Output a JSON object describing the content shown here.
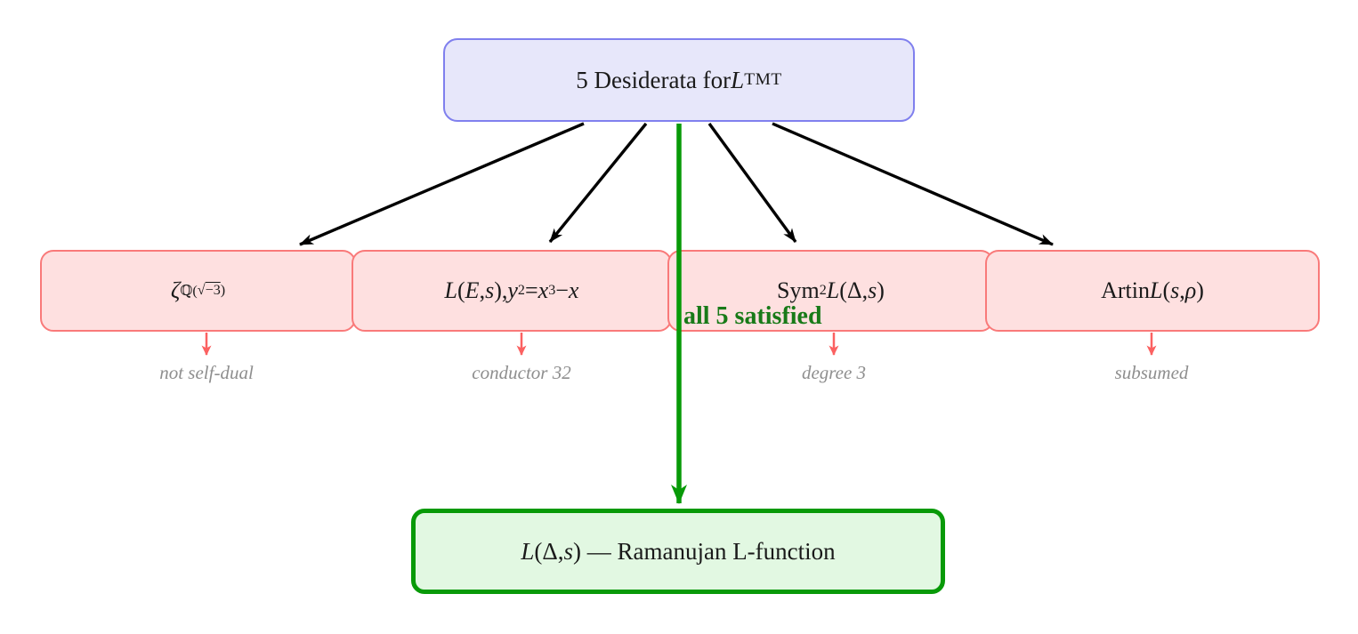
{
  "top_box": {
    "segments": [
      {
        "t": "5 Desiderata for ",
        "s": ""
      },
      {
        "t": "L",
        "s": "i"
      },
      {
        "t": "TMT",
        "s": "sub sc"
      }
    ]
  },
  "red_boxes": [
    {
      "name": "zeta-field",
      "segments": [
        {
          "t": "ζ",
          "s": "i"
        },
        {
          "t": "ℚ(",
          "s": "sub"
        },
        {
          "t": "√",
          "s": "sub"
        },
        {
          "t": "−3",
          "s": "sub over"
        },
        {
          "t": ")",
          "s": "sub"
        }
      ],
      "annotation": "not self-dual"
    },
    {
      "name": "elliptic-curve-l-function",
      "segments": [
        {
          "t": "L",
          "s": "i"
        },
        {
          "t": "(",
          "s": ""
        },
        {
          "t": "E",
          "s": "i"
        },
        {
          "t": ", ",
          "s": ""
        },
        {
          "t": "s",
          "s": "i"
        },
        {
          "t": "), ",
          "s": ""
        },
        {
          "t": "y",
          "s": "i"
        },
        {
          "t": "2",
          "s": "sup"
        },
        {
          "t": " = ",
          "s": ""
        },
        {
          "t": "x",
          "s": "i"
        },
        {
          "t": "3",
          "s": "sup"
        },
        {
          "t": " − ",
          "s": ""
        },
        {
          "t": "x",
          "s": "i"
        }
      ],
      "annotation": "conductor 32"
    },
    {
      "name": "symmetric-square-l-function",
      "segments": [
        {
          "t": "Sym",
          "s": ""
        },
        {
          "t": "2",
          "s": "sup"
        },
        {
          "t": "L",
          "s": "i"
        },
        {
          "t": "(Δ, ",
          "s": ""
        },
        {
          "t": "s",
          "s": "i"
        },
        {
          "t": ")",
          "s": ""
        }
      ],
      "annotation": "degree 3"
    },
    {
      "name": "artin-l-function",
      "segments": [
        {
          "t": "Artin ",
          "s": ""
        },
        {
          "t": "L",
          "s": "i"
        },
        {
          "t": "(",
          "s": ""
        },
        {
          "t": "s",
          "s": "i"
        },
        {
          "t": ", ",
          "s": ""
        },
        {
          "t": "ρ",
          "s": "i"
        },
        {
          "t": ")",
          "s": ""
        }
      ],
      "annotation": "subsumed"
    }
  ],
  "green_arrow_label": "all 5 satisfied",
  "bottom_box": {
    "segments": [
      {
        "t": "L",
        "s": "i"
      },
      {
        "t": "(Δ, ",
        "s": ""
      },
      {
        "t": "s",
        "s": "i"
      },
      {
        "t": ") — Ramanujan L-function",
        "s": ""
      }
    ]
  },
  "colors": {
    "top_fill": "#e7e7fa",
    "top_border": "#8080ee",
    "red_fill": "#fee0e0",
    "red_border": "#f97a7a",
    "green_fill": "#e2f8e2",
    "green_border": "#089a08",
    "green_arrow": "#089a08",
    "green_label": "#187a18",
    "black_arrow": "#000000",
    "red_arrow": "#fb6161",
    "annotation_gray": "#8e8e8e"
  }
}
